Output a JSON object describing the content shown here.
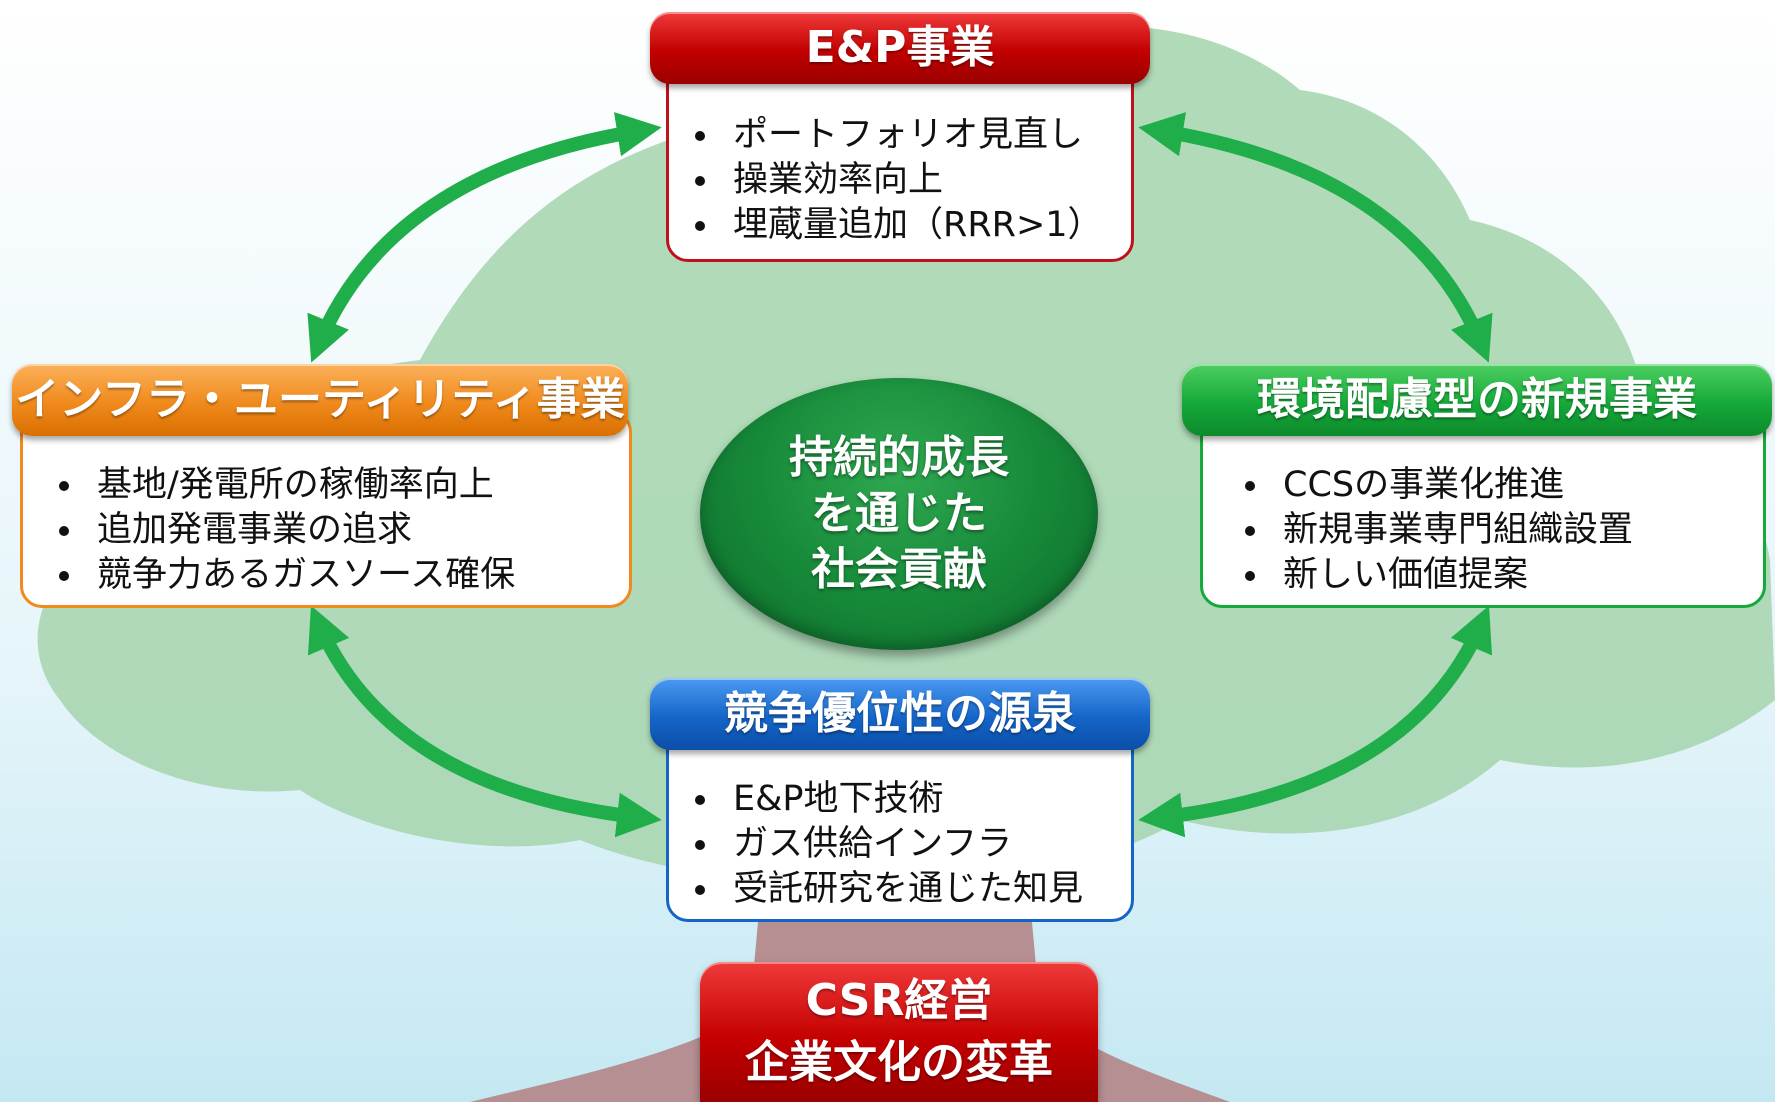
{
  "center": {
    "lines": [
      "持続的成長",
      "を通じた",
      "社会貢献"
    ]
  },
  "boxes": {
    "ep": {
      "title": "E&P事業",
      "items": [
        "ポートフォリオ見直し",
        "操業効率向上",
        "埋蔵量追加（RRR>1）"
      ],
      "color": "#c10000"
    },
    "infra": {
      "title": "インフラ・ユーティリティ事業",
      "items": [
        "基地/発電所の稼働率向上",
        "追加発電事業の追求",
        "競争力あるガスソース確保"
      ],
      "color": "#f08a1c"
    },
    "env": {
      "title": "環境配慮型の新規事業",
      "items": [
        "CCSの事業化推進",
        "新規事業専門組織設置",
        "新しい価値提案"
      ],
      "color": "#16a83a"
    },
    "adv": {
      "title": "競争優位性の源泉",
      "items": [
        "E&P地下技術",
        "ガス供給インフラ",
        "受託研究を通じた知見"
      ],
      "color": "#1565c8"
    }
  },
  "foundation": {
    "lines": [
      "CSR経営",
      "企業文化の変革"
    ]
  },
  "colors": {
    "arrow": "#1fae4a",
    "sky_top": "#ffffff",
    "sky_bottom": "#c4e8f2",
    "canopy": "#a9d6b0",
    "trunk": "#b48a8c"
  }
}
